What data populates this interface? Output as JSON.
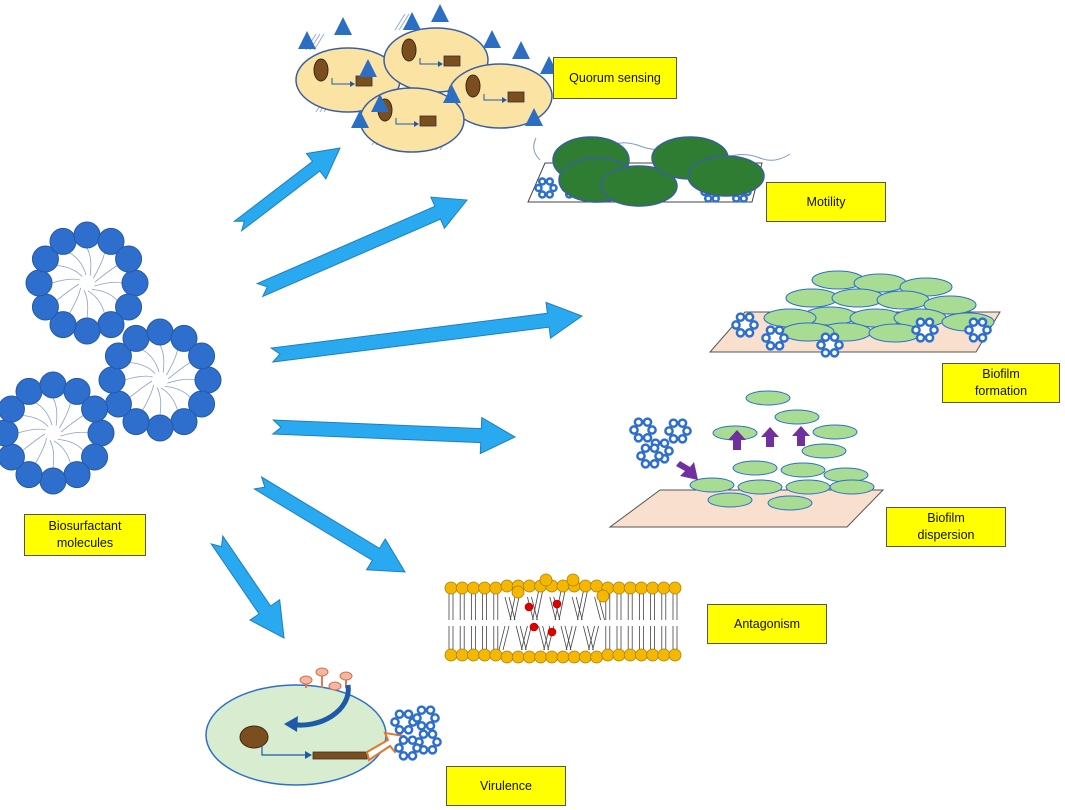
{
  "labels": {
    "quorum": "Quorum sensing",
    "motility": "Motility",
    "biofilm_formation": "Biofilm\nformation",
    "biofilm_dispersion": "Biofilm\ndispersion",
    "antagonism": "Antagonism",
    "virulence": "Virulence",
    "biosurfactant": "Biosurfactant\nmolecules"
  },
  "colors": {
    "arrow": "#29a9ef",
    "micelle_head": "#2e6fce",
    "cell_yellow": "#fbe3a4",
    "cell_green_dark": "#2e7d32",
    "cell_green_light": "#a8dc93",
    "autoinducer": "#2c6fc2",
    "lipid_head": "#f5b800",
    "membrane_pore": "#e00000",
    "host_cell": "#d8ecd0",
    "surface": "#f9dfcd",
    "dispersal_arrow": "#7030a0"
  }
}
